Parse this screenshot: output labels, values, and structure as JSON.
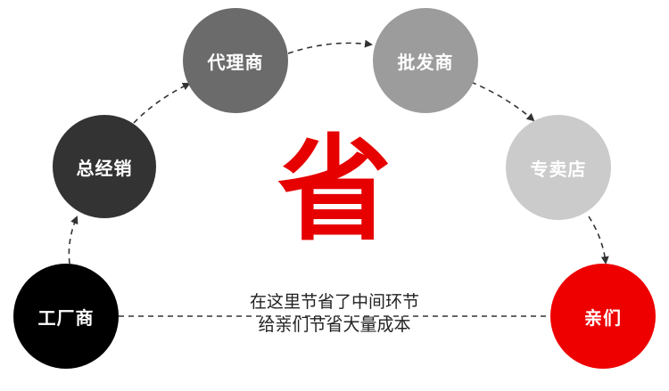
{
  "nodes": {
    "factory": "工厂商",
    "general_manager": "总经销",
    "agent": "代理商",
    "wholesaler": "批发商",
    "store": "专卖店",
    "you": "亲们"
  },
  "center_char": "省",
  "caption": {
    "line1": "在这里节省了中间环节",
    "line2": "给亲们节省大量成本"
  },
  "colors": {
    "factory": "#000000",
    "general_manager": "#333333",
    "agent": "#6b6b6b",
    "wholesaler": "#9c9c9c",
    "store": "#cbcbcb",
    "you": "#ee0000",
    "accent": "#e60000",
    "connector": "#333333"
  }
}
